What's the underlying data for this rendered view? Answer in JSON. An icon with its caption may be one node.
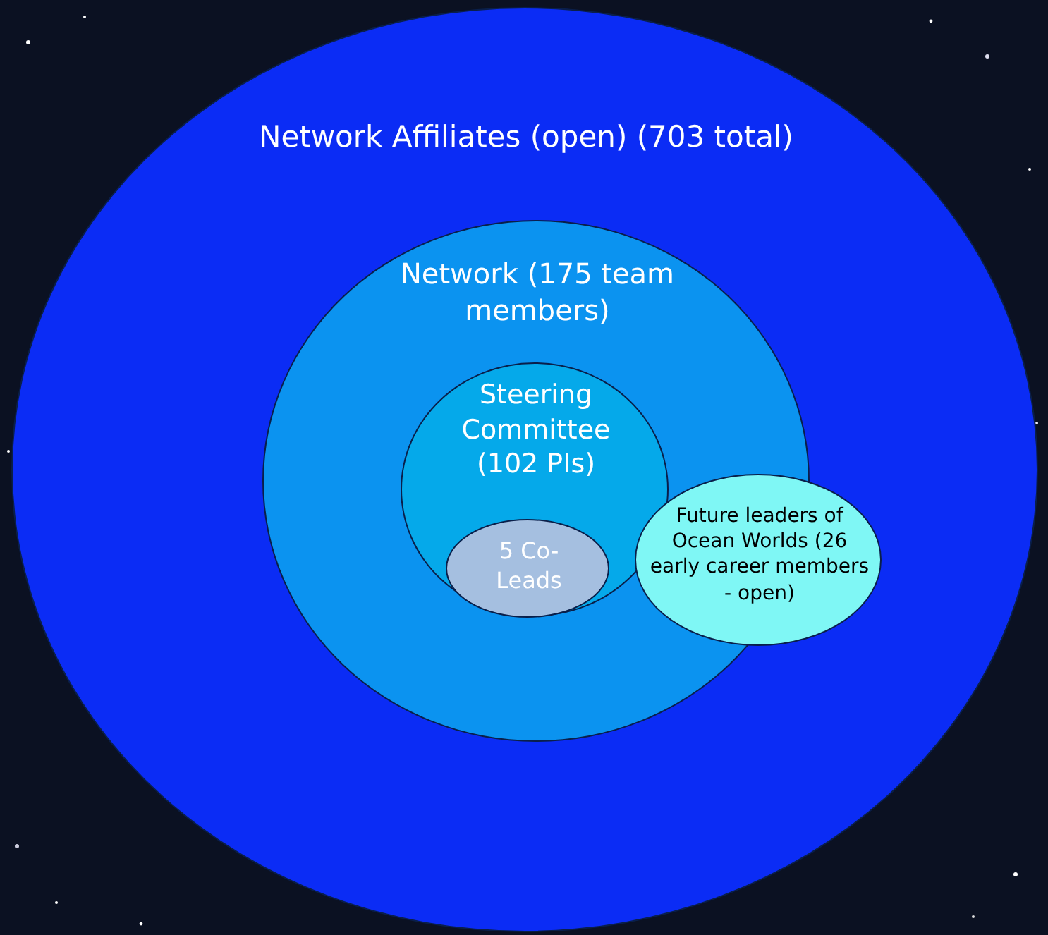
{
  "diagram": {
    "nodes": [
      {
        "text": [
          "Network Affiliates (open) (703 total)"
        ]
      },
      {
        "text": [
          "Network (175 team members)"
        ],
        "in": 0
      },
      {
        "text": [
          "Steering Committee (102 PIs)"
        ],
        "in": 1
      },
      {
        "text": [
          "5 Co-Leads"
        ],
        "in": 2
      },
      {
        "text": [
          "Future leaders of Ocean Worlds (26 early career members - open)"
        ],
        "in": 0
      }
    ]
  }
}
